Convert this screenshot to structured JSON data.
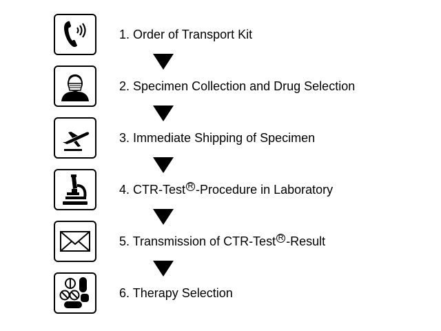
{
  "steps": [
    {
      "number": "1.",
      "text": "Order of Transport Kit",
      "icon": "telephone-icon"
    },
    {
      "number": "2.",
      "text": "Specimen Collection and Drug Selection",
      "icon": "surgeon-icon"
    },
    {
      "number": "3.",
      "text": "Immediate Shipping of Specimen",
      "icon": "airplane-departure-icon"
    },
    {
      "number": "4.",
      "text_before": "CTR-Test",
      "reg": "R",
      "text_after": "-Procedure in Laboratory",
      "icon": "microscope-icon"
    },
    {
      "number": "5.",
      "text_before": "Transmission of CTR-Test",
      "reg": "R",
      "text_after": "-Result",
      "icon": "envelope-icon"
    },
    {
      "number": "6.",
      "text": "Therapy Selection",
      "icon": "pills-icon"
    }
  ],
  "colors": {
    "foreground": "#000000",
    "background": "#ffffff"
  }
}
